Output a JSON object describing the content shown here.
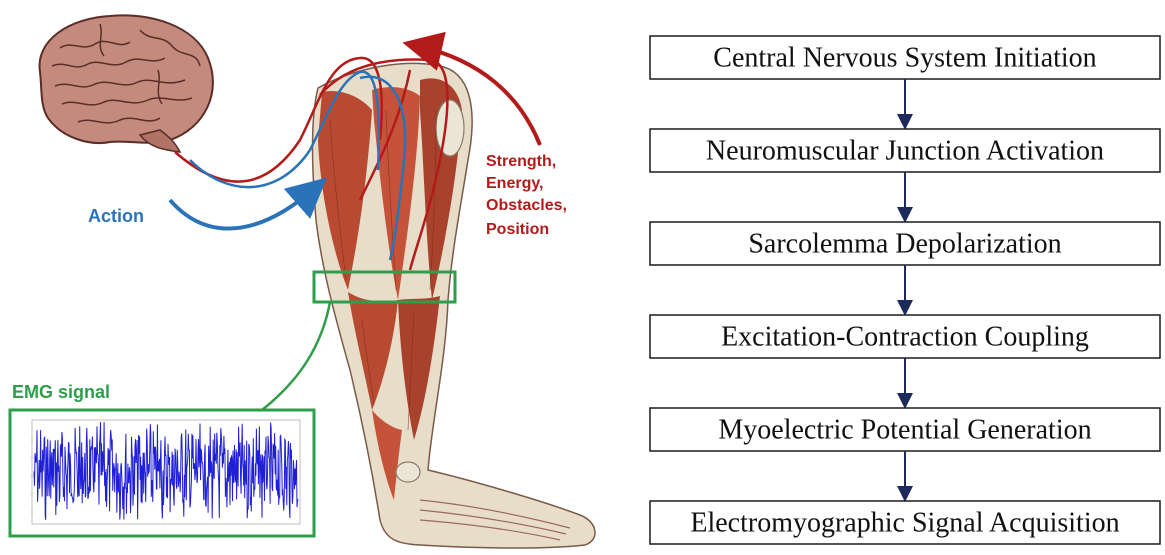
{
  "figure": {
    "labels": {
      "action": "Action",
      "feedback": [
        "Strength,",
        "Energy,",
        "Obstacles,",
        "Position"
      ],
      "emg": "EMG signal"
    },
    "icons": {
      "brain": "brain-illustration",
      "leg": "leg-muscle-anatomy-illustration",
      "emg_plot": "emg-waveform-plot"
    },
    "colors": {
      "action": "#2a73b8",
      "feedback": "#b31b1b",
      "emg": "#2e9e4a",
      "emg_wave": "#1f1fd6",
      "muscle": "#b84a32",
      "brain": "#b97a6e",
      "arrow": "#1f2a5c"
    }
  },
  "flowchart": {
    "steps": [
      "Central Nervous System Initiation",
      "Neuromuscular Junction Activation",
      "Sarcolemma Depolarization",
      "Excitation-Contraction Coupling",
      "Myoelectric Potential Generation",
      "Electromyographic Signal Acquisition"
    ]
  }
}
